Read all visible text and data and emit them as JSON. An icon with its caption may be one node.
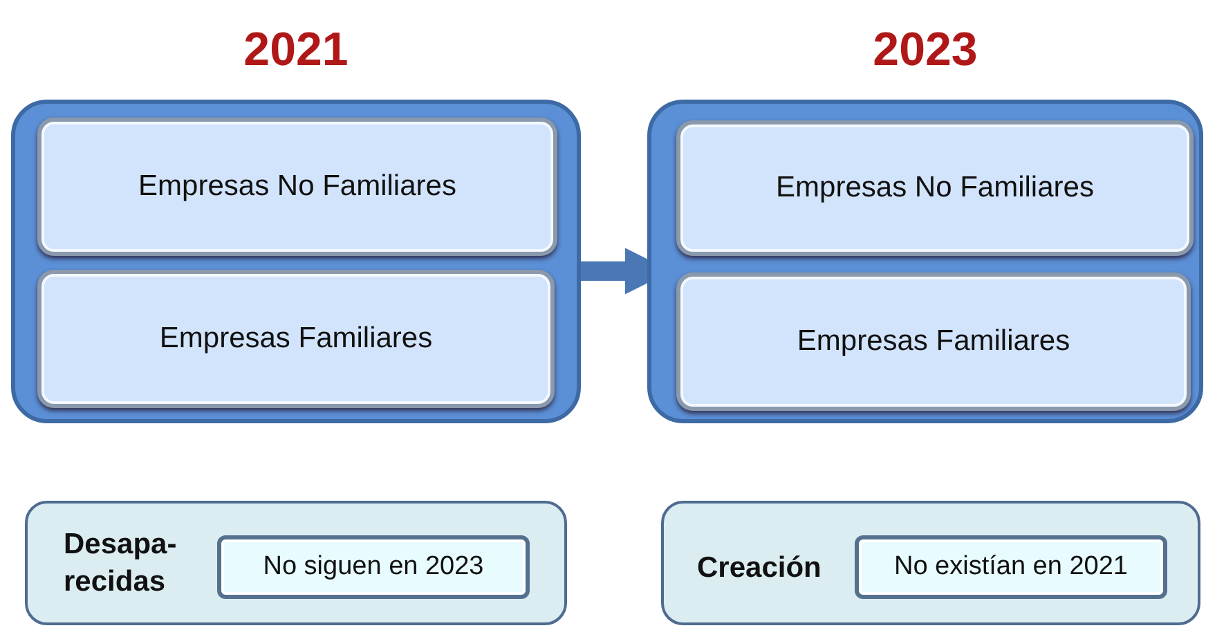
{
  "diagram": {
    "nodes": [
      {
        "text": [
          "2021"
        ]
      },
      {
        "text": [
          "Empresas No Familiares"
        ],
        "in": 0
      },
      {
        "text": [
          "Empresas Familiares"
        ],
        "in": 0
      },
      {
        "text": [
          "2023"
        ]
      },
      {
        "text": [
          "Empresas No Familiares"
        ],
        "in": 3
      },
      {
        "text": [
          "Empresas Familiares"
        ],
        "in": 3
      },
      {
        "text": [
          "Desapa- recidas"
        ]
      },
      {
        "text": [
          "No siguen en 2023"
        ],
        "in": 6
      },
      {
        "text": [
          "Creación"
        ]
      },
      {
        "text": [
          "No existían en 2021"
        ],
        "in": 8
      }
    ],
    "edges": [
      {
        "from": 0,
        "to": 3,
        "arrow": "to"
      }
    ]
  }
}
